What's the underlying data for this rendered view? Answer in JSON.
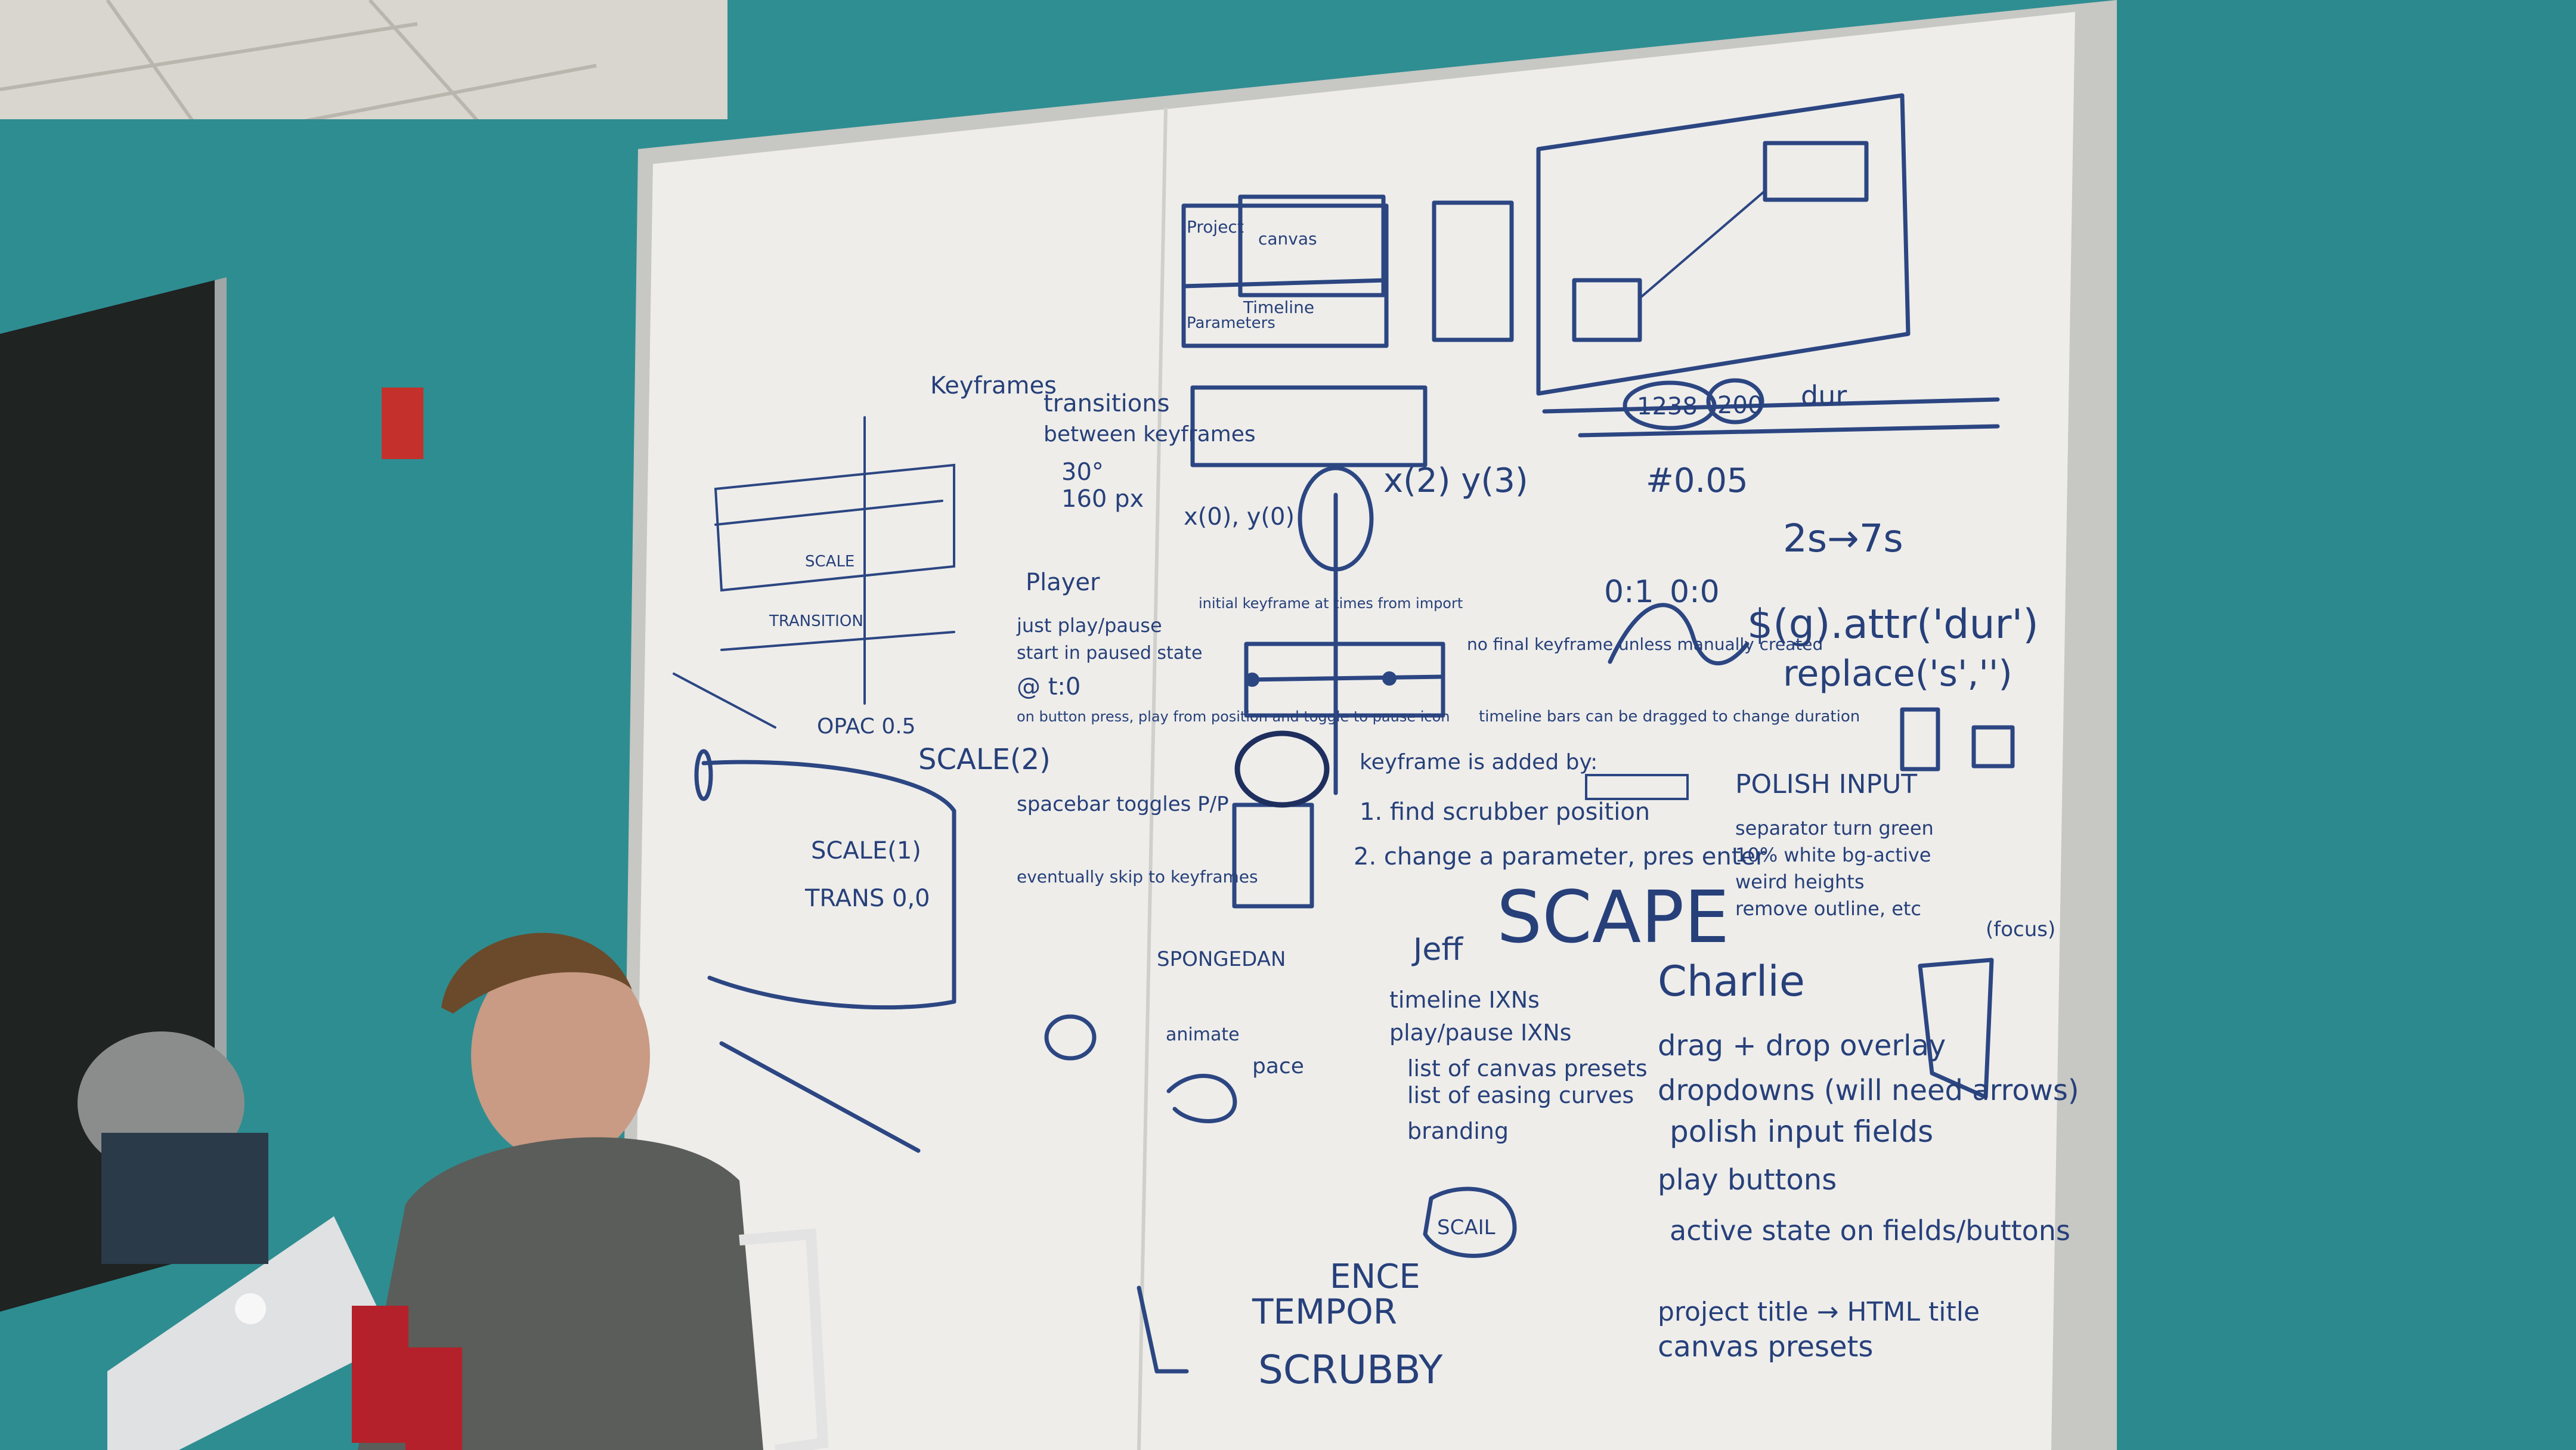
{
  "board": {
    "top_left": [
      "Keyframes",
      "transitions",
      "between keyframes",
      "OPAC 0.5",
      "SCALE(2)",
      "SCALE(1)",
      "TRANS 0,0",
      "SCALE",
      "TRANSITION"
    ],
    "top_center": [
      "Project",
      "canvas",
      "Parameters",
      "Timeline",
      "x(0), y(0)",
      "x(2) y(3)",
      "30°",
      "160 px"
    ],
    "top_right": [
      "1238",
      "200",
      "dur",
      "#0.05",
      "2s→7s",
      "0:1",
      "0:0",
      "$(g).attr('dur')",
      "replace('s','')"
    ],
    "player_notes": {
      "title": "Player",
      "items": [
        "just play/pause",
        "start in paused state",
        "@ t:0",
        "on button press, play from position and toggle to pause icon",
        "spacebar toggles P/P",
        "eventually skip to keyframes"
      ]
    },
    "keyframe_notes": [
      "initial keyframe at times from import",
      "no final keyframe unless manually created",
      "timeline bars can be dragged to change duration",
      "keyframe is added by:",
      "1. find scrubber position",
      "2. change a parameter, pres enter"
    ],
    "polish_input": {
      "title": "POLISH INPUT",
      "items": [
        "separator turn green",
        "10% white bg-active",
        "weird heights",
        "remove outline, etc"
      ]
    },
    "headline": "SCAPE",
    "jeff": {
      "title": "Jeff",
      "items": [
        "timeline IXNs",
        "play/pause IXNs",
        "list of canvas presets",
        "list of easing curves",
        "branding"
      ]
    },
    "charlie": {
      "title": "Charlie",
      "items": [
        "drag + drop overlay",
        "dropdowns (will need arrows)",
        "polish input fields",
        "play buttons",
        "active state on fields/buttons",
        "project title → HTML title",
        "canvas presets"
      ]
    },
    "bottom_words": [
      "SPONGEDAN",
      "animate",
      "pace",
      "SCAIL",
      "ENCE",
      "TEMPOR",
      "SCRUBBY",
      "(focus)"
    ]
  },
  "colors": {
    "wall": "#2f8e92",
    "whiteboard": "#eeedea",
    "marker": "#2c4682",
    "ceiling": "#dcdad3"
  }
}
